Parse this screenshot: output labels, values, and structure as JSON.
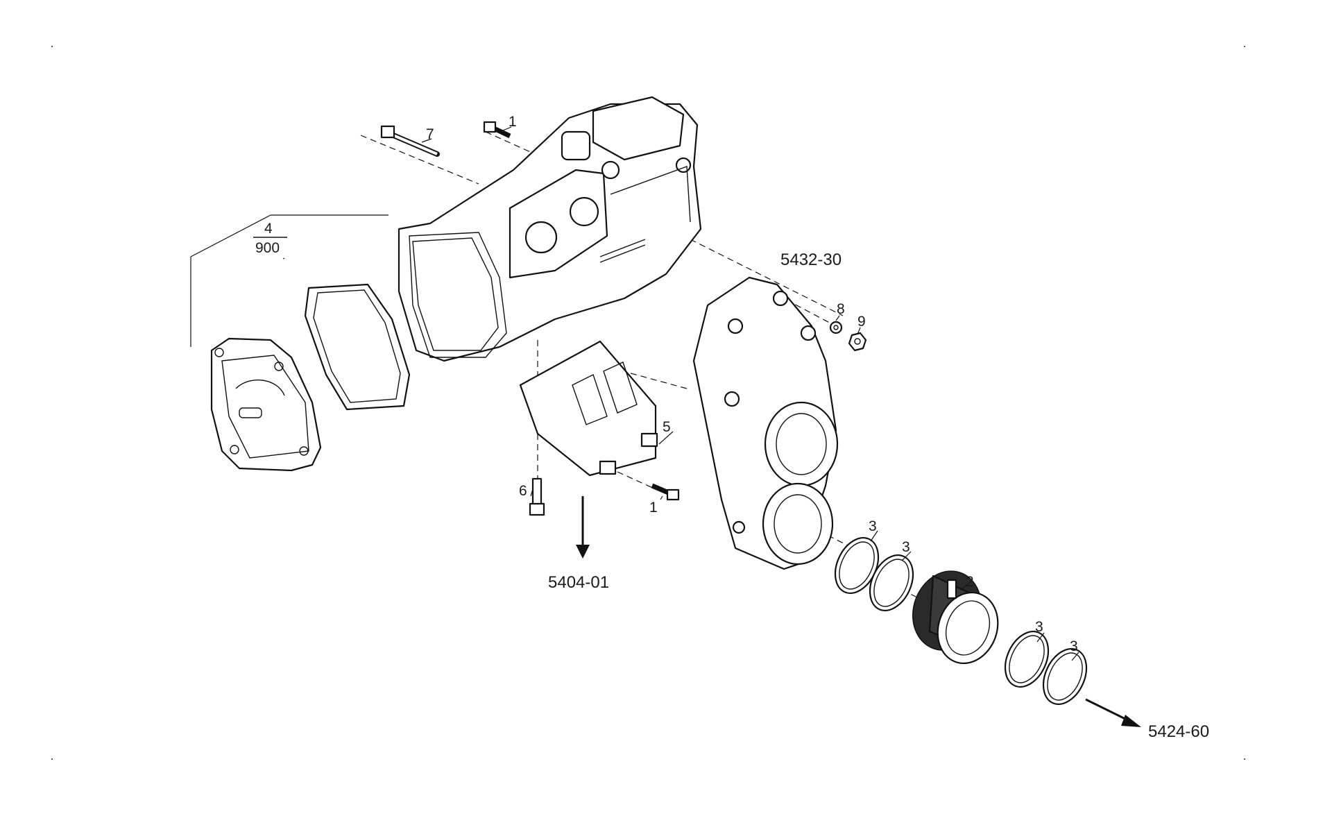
{
  "diagram": {
    "callouts": {
      "c1a": "1",
      "c7": "7",
      "c4": "4",
      "c900": "900",
      "c5": "5",
      "c6": "6",
      "c1b": "1",
      "c8": "8",
      "c9": "9",
      "c3a": "3",
      "c3b": "3",
      "c2": "2",
      "c3c": "3",
      "c3d": "3"
    },
    "references": {
      "manifold": "5432-30",
      "down": "5404-01",
      "outlet": "5424-60"
    }
  }
}
